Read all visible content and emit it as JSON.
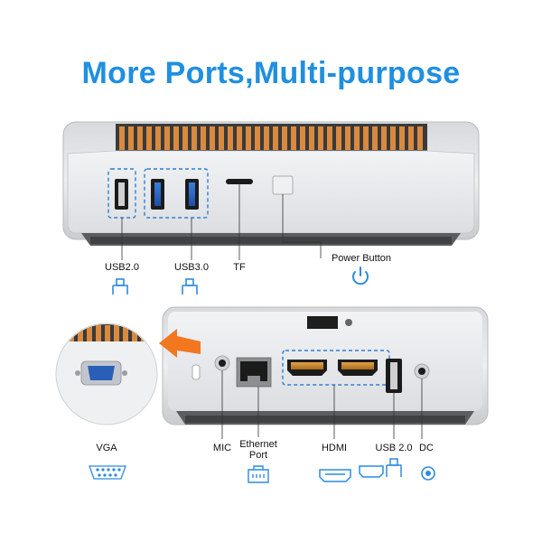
{
  "title": "More Ports,Multi-purpose",
  "top_labels": {
    "usb2": "USB2.0",
    "usb3": "USB3.0",
    "tf": "TF",
    "power": "Power Button"
  },
  "bottom_labels": {
    "vga": "VGA",
    "mic": "MIC",
    "ethernet_line1": "Ethernet",
    "ethernet_line2": "Port",
    "hdmi": "HDMI",
    "usb20": "USB 2.0",
    "dc": "DC"
  },
  "icons": {
    "usb2": "usb-icon",
    "usb3": "usb-icon",
    "power": "power-icon",
    "vga": "vga-icon",
    "ethernet": "ethernet-icon",
    "hdmi": "hdmi-icon",
    "usb20": "usb-icon",
    "dc": "dc-icon"
  },
  "colors": {
    "accent": "#1f8fe0",
    "vent": "#d98a3f",
    "arrow": "#f2771f",
    "chassis": "#e6e7e9",
    "dashed_box": "#2c7fd6"
  }
}
